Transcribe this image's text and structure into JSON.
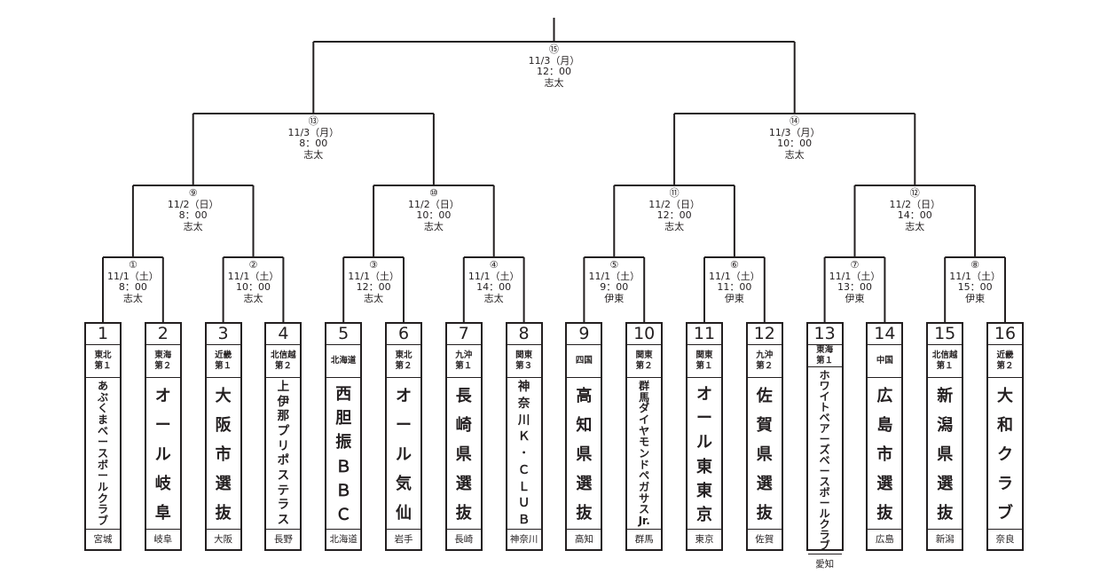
{
  "tournament": {
    "matches": [
      {
        "id": "m1",
        "no": "①",
        "date": "11/1（土）",
        "time": "8：00",
        "venue": "志太"
      },
      {
        "id": "m2",
        "no": "②",
        "date": "11/1（土）",
        "time": "10：00",
        "venue": "志太"
      },
      {
        "id": "m3",
        "no": "③",
        "date": "11/1（土）",
        "time": "12：00",
        "venue": "志太"
      },
      {
        "id": "m4",
        "no": "④",
        "date": "11/1（土）",
        "time": "14：00",
        "venue": "志太"
      },
      {
        "id": "m5",
        "no": "⑤",
        "date": "11/1（土）",
        "time": "9：00",
        "venue": "伊東"
      },
      {
        "id": "m6",
        "no": "⑥",
        "date": "11/1（土）",
        "time": "11：00",
        "venue": "伊東"
      },
      {
        "id": "m7",
        "no": "⑦",
        "date": "11/1（土）",
        "time": "13：00",
        "venue": "伊東"
      },
      {
        "id": "m8",
        "no": "⑧",
        "date": "11/1（土）",
        "time": "15：00",
        "venue": "伊東"
      },
      {
        "id": "m9",
        "no": "⑨",
        "date": "11/2（日）",
        "time": "8：00",
        "venue": "志太"
      },
      {
        "id": "m10",
        "no": "⑩",
        "date": "11/2（日）",
        "time": "10：00",
        "venue": "志太"
      },
      {
        "id": "m11",
        "no": "⑪",
        "date": "11/2（日）",
        "time": "12：00",
        "venue": "志太"
      },
      {
        "id": "m12",
        "no": "⑫",
        "date": "11/2（日）",
        "time": "14：00",
        "venue": "志太"
      },
      {
        "id": "m13",
        "no": "⑬",
        "date": "11/3（月）",
        "time": "8：00",
        "venue": "志太"
      },
      {
        "id": "m14",
        "no": "⑭",
        "date": "11/3（月）",
        "time": "10：00",
        "venue": "志太"
      },
      {
        "id": "m15",
        "no": "⑮",
        "date": "11/3（月）",
        "time": "12：00",
        "venue": "志太"
      }
    ],
    "teams": [
      {
        "seed": "1",
        "region": [
          "東北",
          "第１"
        ],
        "name": "あぶくまベースボールクラブ",
        "pref": "宮城"
      },
      {
        "seed": "2",
        "region": [
          "東海",
          "第２"
        ],
        "name": "オール岐阜",
        "pref": "岐阜"
      },
      {
        "seed": "3",
        "region": [
          "近畿",
          "第１"
        ],
        "name": "大阪市選抜",
        "pref": "大阪"
      },
      {
        "seed": "4",
        "region": [
          "北信越",
          "第２"
        ],
        "name": "上伊那プリポステラス",
        "pref": "長野"
      },
      {
        "seed": "5",
        "region": [
          "北海道"
        ],
        "name": "西胆振ＢＢＣ",
        "pref": "北海道"
      },
      {
        "seed": "6",
        "region": [
          "東北",
          "第２"
        ],
        "name": "オール気仙",
        "pref": "岩手"
      },
      {
        "seed": "7",
        "region": [
          "九沖",
          "第１"
        ],
        "name": "長崎県選抜",
        "pref": "長崎"
      },
      {
        "seed": "8",
        "region": [
          "関東",
          "第３"
        ],
        "name": "神奈川Ｋ･ＣＬＵＢ",
        "pref": "神奈川"
      },
      {
        "seed": "9",
        "region": [
          "四国"
        ],
        "name": "高知県選抜",
        "pref": "高知"
      },
      {
        "seed": "10",
        "region": [
          "関東",
          "第２"
        ],
        "name": "群馬ダイヤモンドペガサスJr.",
        "pref": "群馬"
      },
      {
        "seed": "11",
        "region": [
          "関東",
          "第１"
        ],
        "name": "オール東東京",
        "pref": "東京"
      },
      {
        "seed": "12",
        "region": [
          "九沖",
          "第２"
        ],
        "name": "佐賀県選抜",
        "pref": "佐賀"
      },
      {
        "seed": "13",
        "region": [
          "東海",
          "第１"
        ],
        "name": "ホワイトベアーズベースボールクラブ",
        "pref": "愛知"
      },
      {
        "seed": "14",
        "region": [
          "中国"
        ],
        "name": "広島市選抜",
        "pref": "広島"
      },
      {
        "seed": "15",
        "region": [
          "北信越",
          "第１"
        ],
        "name": "新潟県選抜",
        "pref": "新潟"
      },
      {
        "seed": "16",
        "region": [
          "近畿",
          "第２"
        ],
        "name": "大和クラブ",
        "pref": "奈良"
      }
    ]
  }
}
